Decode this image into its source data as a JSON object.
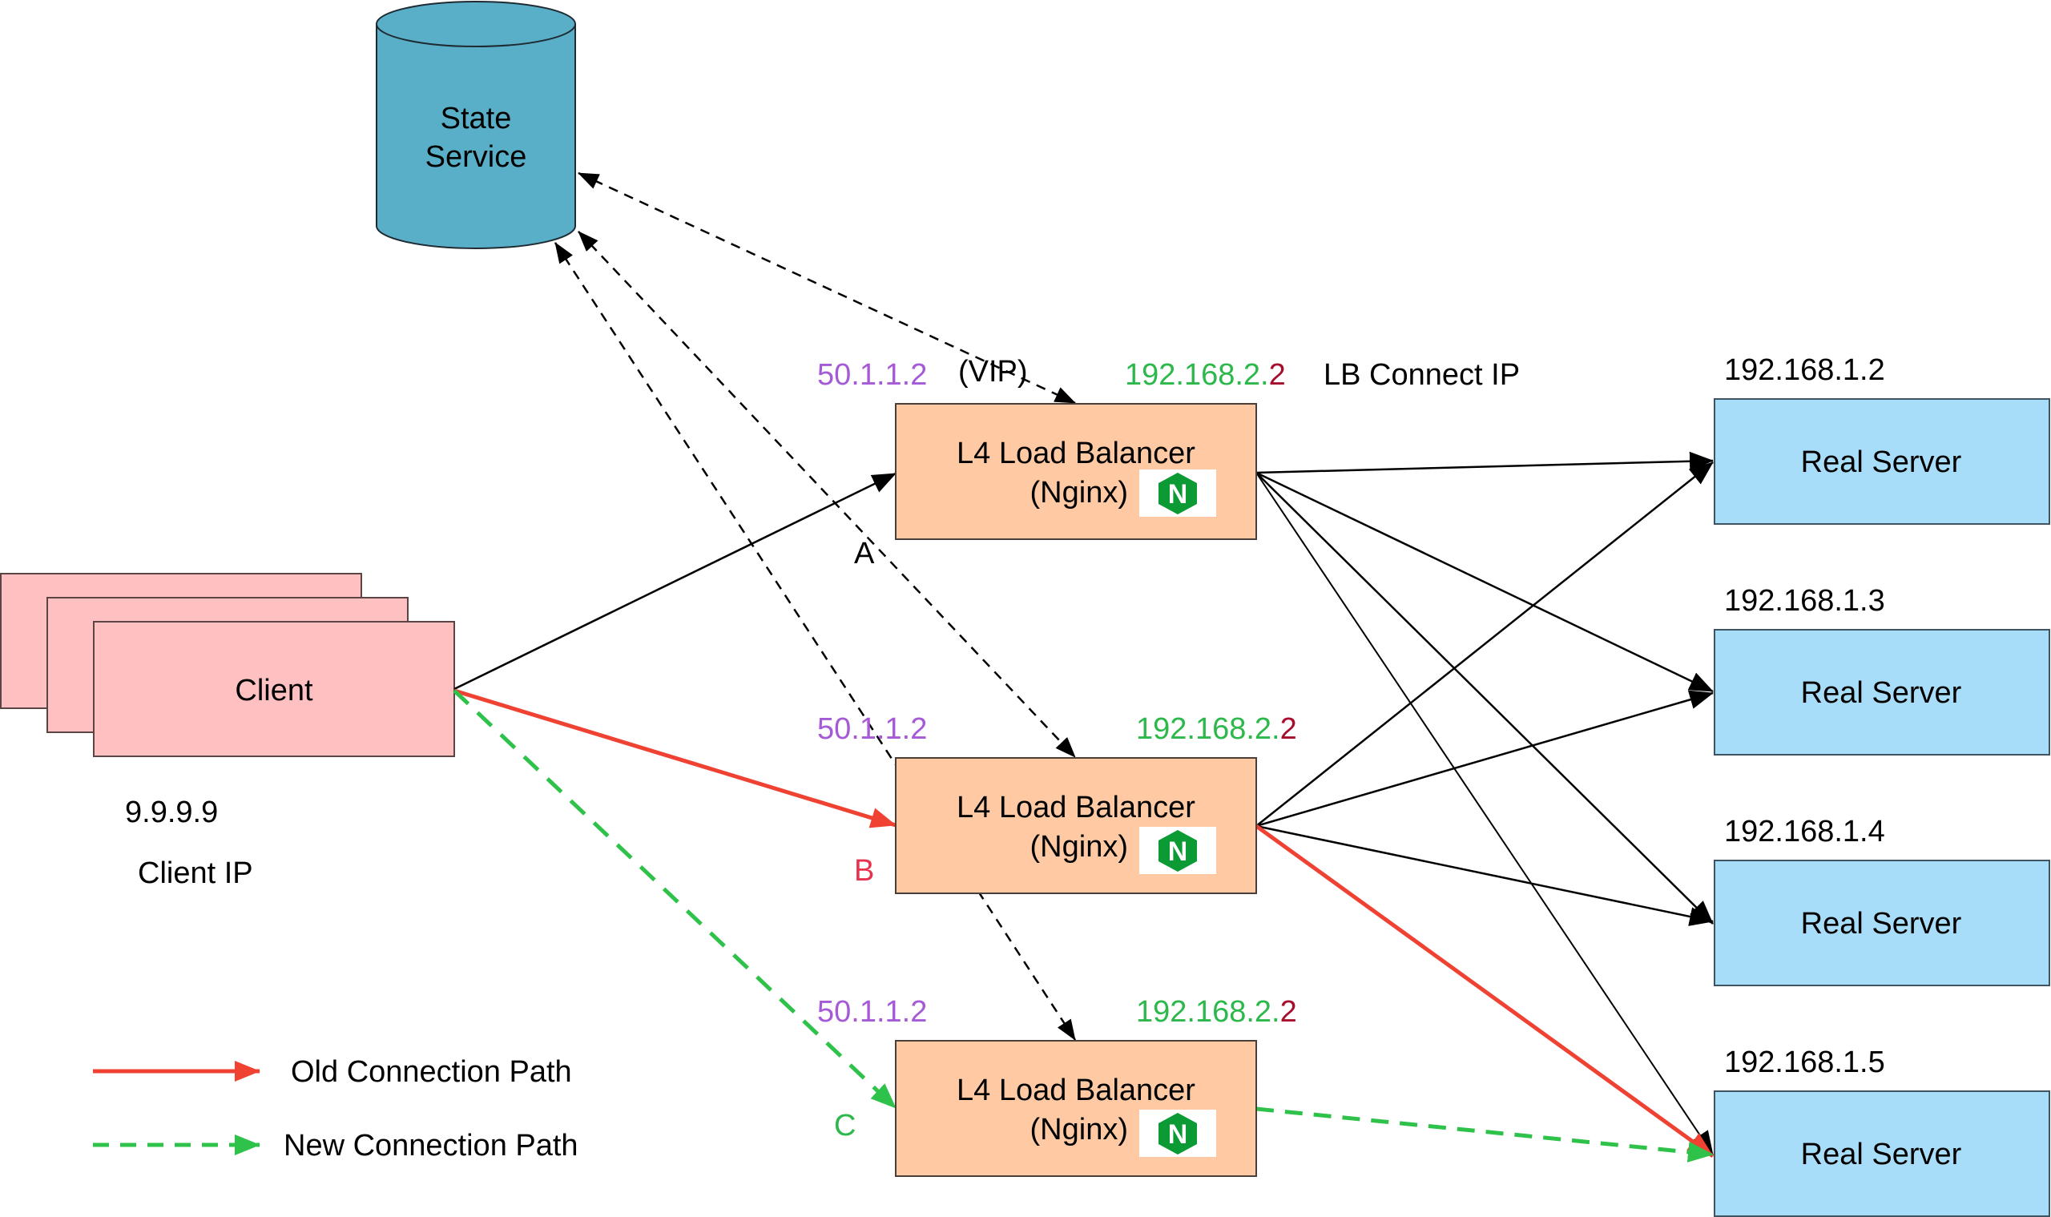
{
  "colors": {
    "state_service_fill": "#5aafc8",
    "client_fill": "#ffc0c2",
    "lb_fill": "#fec9a3",
    "server_fill": "#a8ddfa",
    "old_path": "#ef4233",
    "new_path": "#2fc24a",
    "vip_text": "#a55ad6",
    "lb_ip_text": "#2cb84a",
    "lb_ip_suffix": "#a50e2d",
    "nginx_green": "#0b9a33"
  },
  "state_service": {
    "line1": "State",
    "line2": "Service"
  },
  "client": {
    "label": "Client",
    "ip": "9.9.9.9",
    "ip_caption": "Client IP"
  },
  "load_balancers": [
    {
      "line1": "L4 Load Balancer",
      "line2": "(Nginx)",
      "vip": "50.1.1.2",
      "vip_note": "(VIP)",
      "connect_ip_prefix": "192.168.2.",
      "connect_ip_suffix": "2",
      "connect_ip_caption": "LB Connect IP",
      "path_letter": "A",
      "icon": "nginx-icon",
      "icon_letter": "N"
    },
    {
      "line1": "L4 Load Balancer",
      "line2": "(Nginx)",
      "vip": "50.1.1.2",
      "connect_ip_prefix": "192.168.2.",
      "connect_ip_suffix": "2",
      "path_letter": "B",
      "icon": "nginx-icon",
      "icon_letter": "N"
    },
    {
      "line1": "L4 Load Balancer",
      "line2": "(Nginx)",
      "vip": "50.1.1.2",
      "connect_ip_prefix": "192.168.2.",
      "connect_ip_suffix": "2",
      "path_letter": "C",
      "icon": "nginx-icon",
      "icon_letter": "N"
    }
  ],
  "real_servers": [
    {
      "label": "Real Server",
      "ip": "192.168.1.2"
    },
    {
      "label": "Real Server",
      "ip": "192.168.1.3"
    },
    {
      "label": "Real Server",
      "ip": "192.168.1.4"
    },
    {
      "label": "Real Server",
      "ip": "192.168.1.5"
    }
  ],
  "legend": {
    "old": "Old Connection Path",
    "new": "New Connection Path"
  }
}
